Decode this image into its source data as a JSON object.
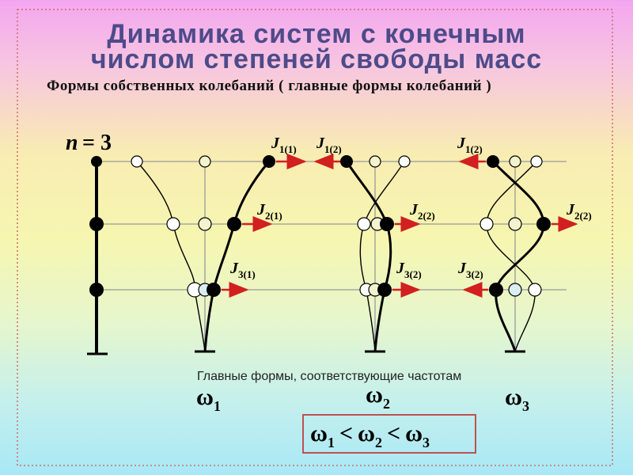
{
  "title": {
    "line1": "Динамика систем с конечным",
    "line2": "числом степеней свободы масс"
  },
  "subtitle": "Формы собственных колебаний ( главные формы колебаний )",
  "n_label": "n",
  "n_value": "= 3",
  "forces": [
    {
      "base": "J",
      "sub": "1(1)"
    },
    {
      "base": "J",
      "sub": "1(2)"
    },
    {
      "base": "J",
      "sub": "1(2)"
    },
    {
      "base": "J",
      "sub": "2(1)"
    },
    {
      "base": "J",
      "sub": "2(2)"
    },
    {
      "base": "J",
      "sub": "2(2)"
    },
    {
      "base": "J",
      "sub": "3(1)"
    },
    {
      "base": "J",
      "sub": "3(2)"
    },
    {
      "base": "J",
      "sub": "3(2)"
    }
  ],
  "caption": "Главные формы, соответствующие частотам",
  "omegas": [
    {
      "sym": "ω",
      "sub": "1"
    },
    {
      "sym": "ω",
      "sub": "2"
    },
    {
      "sym": "ω",
      "sub": "3"
    }
  ],
  "inequality": {
    "sym": "ω",
    "s1": "1",
    "s2": "2",
    "s3": "3",
    "op": "<"
  },
  "colors": {
    "title": "#4d4b8a",
    "arrow": "#d21f1f",
    "line": "#000000",
    "hollow_node": "#ffffff",
    "pale_node": "#f3f3cf",
    "frame": "#d06a6a"
  }
}
